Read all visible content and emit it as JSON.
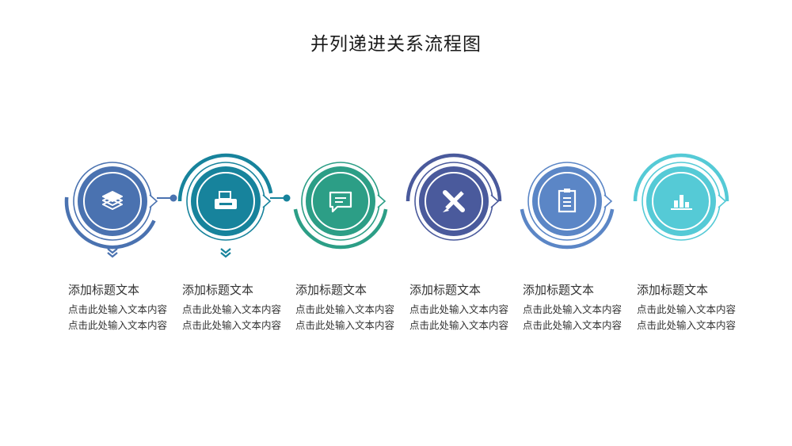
{
  "title": "并列递进关系流程图",
  "colors": {
    "blue": "#4a72b0",
    "teal": "#17839c",
    "green": "#2c9e86",
    "navy": "#4a5a9c",
    "sky": "#5b86c6",
    "cyan": "#55cad6"
  },
  "steps": [
    {
      "heading": "添加标题文本",
      "desc": "点击此处输入文本内容点击此处输入文本内容",
      "icon": "stack-layers-icon",
      "color": "#4a72b0",
      "has_arrow": true
    },
    {
      "heading": "添加标题文本",
      "desc": "点击此处输入文本内容点击此处输入文本内容",
      "icon": "printer-icon",
      "color": "#17839c",
      "has_arrow": true
    },
    {
      "heading": "添加标题文本",
      "desc": "点击此处输入文本内容点击此处输入文本内容",
      "icon": "chat-bubble-icon",
      "color": "#2c9e86",
      "has_arrow": false
    },
    {
      "heading": "添加标题文本",
      "desc": "点击此处输入文本内容点击此处输入文本内容",
      "icon": "pencil-ruler-icon",
      "color": "#4a5a9c",
      "has_arrow": false
    },
    {
      "heading": "添加标题文本",
      "desc": "点击此处输入文本内容点击此处输入文本内容",
      "icon": "document-icon",
      "color": "#5b86c6",
      "has_arrow": false
    },
    {
      "heading": "添加标题文本",
      "desc": "点击此处输入文本内容点击此处输入文本内容",
      "icon": "bar-chart-icon",
      "color": "#55cad6",
      "has_arrow": false
    }
  ]
}
